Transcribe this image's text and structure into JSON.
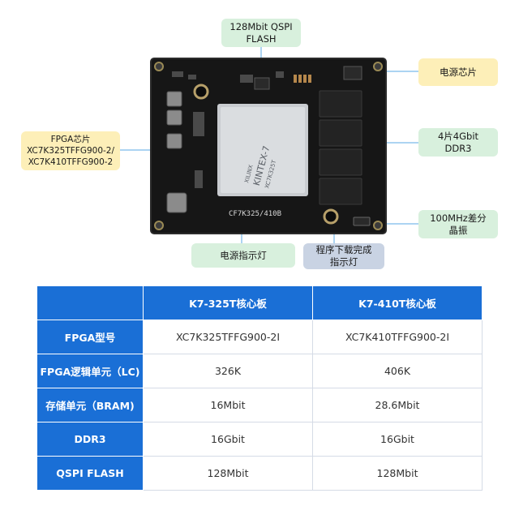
{
  "callouts": {
    "flash": [
      "128Mbit QSPI",
      "FLASH"
    ],
    "power_chip": [
      "电源芯片"
    ],
    "fpga": [
      "FPGA芯片",
      "XC7K325TFFG900-2/",
      "XC7K410TFFG900-2"
    ],
    "ddr3": [
      "4片4Gbit",
      "DDR3"
    ],
    "oscillator": [
      "100MHz差分",
      "晶振"
    ],
    "power_led": [
      "电源指示灯"
    ],
    "done_led": [
      "程序下载完成",
      "指示灯"
    ]
  },
  "board": {
    "chip_brand": "XILINX",
    "chip_family": "KINTEX-7",
    "chip_part": "XC7K325T",
    "silkscreen": "CF7K325/410B"
  },
  "table": {
    "headers": [
      "",
      "K7-325T核心板",
      "K7-410T核心板"
    ],
    "rows": [
      {
        "label": "FPGA型号",
        "values": [
          "XC7K325TFFG900-2I",
          "XC7K410TFFG900-2I"
        ]
      },
      {
        "label": "FPGA逻辑单元（LC)",
        "values": [
          "326K",
          "406K"
        ]
      },
      {
        "label": "存储单元（BRAM)",
        "values": [
          "16Mbit",
          "28.6Mbit"
        ]
      },
      {
        "label": "DDR3",
        "values": [
          "16Gbit",
          "16Gbit"
        ]
      },
      {
        "label": "QSPI FLASH",
        "values": [
          "128Mbit",
          "128Mbit"
        ]
      }
    ]
  },
  "colors": {
    "header_blue": "#1a6fd6",
    "pcb": "#161616",
    "callout_green": "#d8f0dd",
    "callout_yellow": "#fdefb8",
    "callout_grey": "#c9d3e3"
  }
}
